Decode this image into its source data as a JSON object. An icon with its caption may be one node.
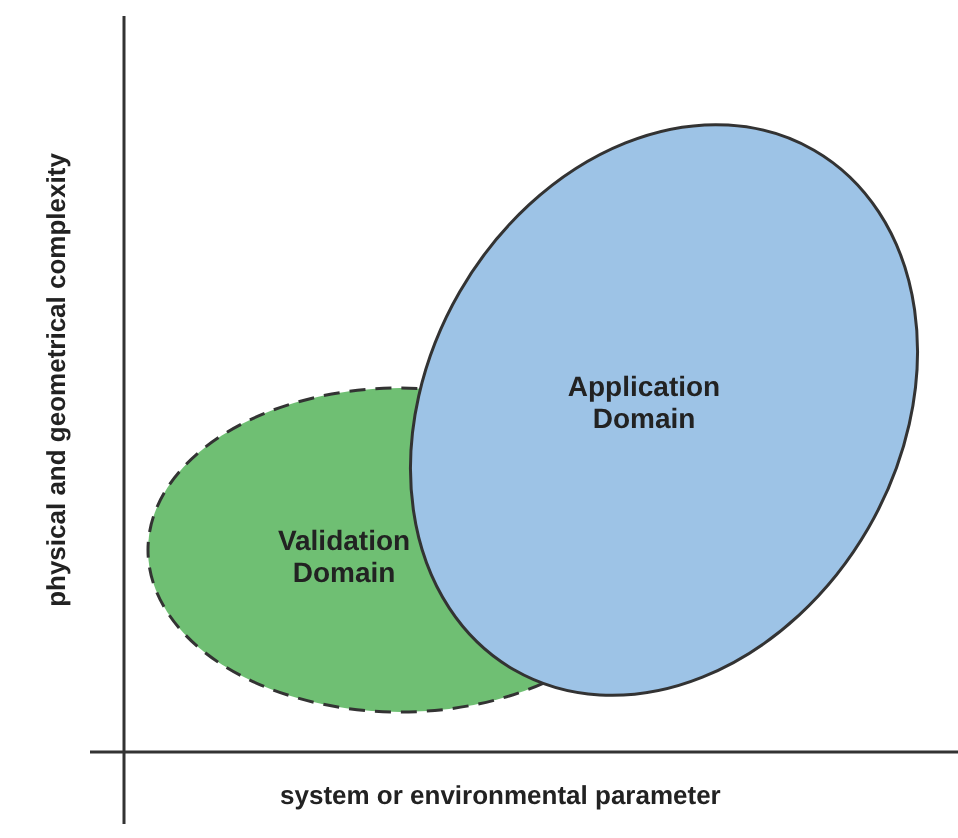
{
  "diagram": {
    "nodes": [
      {
        "text": [
          "Validation Domain"
        ]
      },
      {
        "text": [
          "Application Domain"
        ]
      }
    ],
    "labels": [
      "physical and geometrical complexity",
      "system or environmental parameter"
    ]
  }
}
